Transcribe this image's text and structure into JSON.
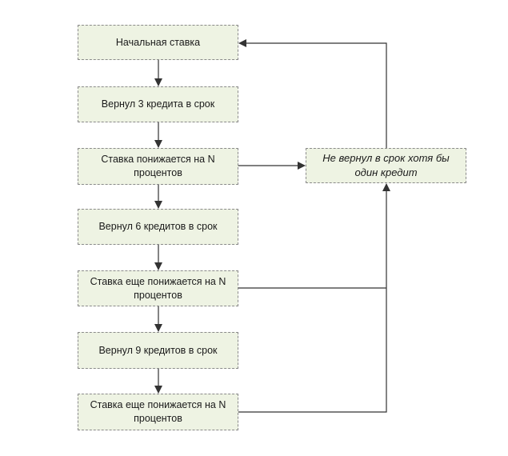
{
  "nodes": {
    "start_rate": "Начальная ставка",
    "returned_3": "Вернул 3 кредита в срок",
    "rate_down_1": "Ставка понижается на N процентов",
    "returned_6": "Вернул 6 кредитов в срок",
    "rate_down_2": "Ставка еще понижается на N процентов",
    "returned_9": "Вернул 9 кредитов в срок",
    "rate_down_3": "Ставка еще понижается на N процентов",
    "not_returned": "Не вернул в срок хотя бы один кредит"
  },
  "colors": {
    "box_fill": "#eef3e3",
    "box_border": "#8a8a8a",
    "line": "#333333"
  }
}
